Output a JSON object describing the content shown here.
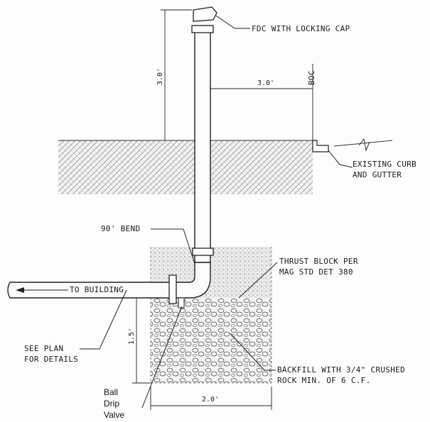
{
  "labels": {
    "fdc": "FDC WITH LOCKING CAP",
    "boc": "BOC",
    "curb_line1": "EXISTING CURB",
    "curb_line2": "AND GUTTER",
    "bend": "90' BEND",
    "thrust_line1": "THRUST BLOCK PER",
    "thrust_line2": "MAG STD DET 380",
    "to_building": "TO BUILDING",
    "see_plan_line1": "SEE PLAN",
    "see_plan_line2": "FOR DETAILS",
    "backfill_line1": "BACKFILL WITH 3/4\" CRUSHED",
    "backfill_line2": "ROCK MIN. OF 6 C.F.",
    "ball_drip_line1": "Ball",
    "ball_drip_line2": "Drip",
    "ball_drip_line3": "Valve"
  },
  "dimensions": {
    "riser_height": "3.0'",
    "offset_to_boc": "3.0'",
    "rock_depth": "1.5'",
    "rock_width": "2.0'"
  }
}
